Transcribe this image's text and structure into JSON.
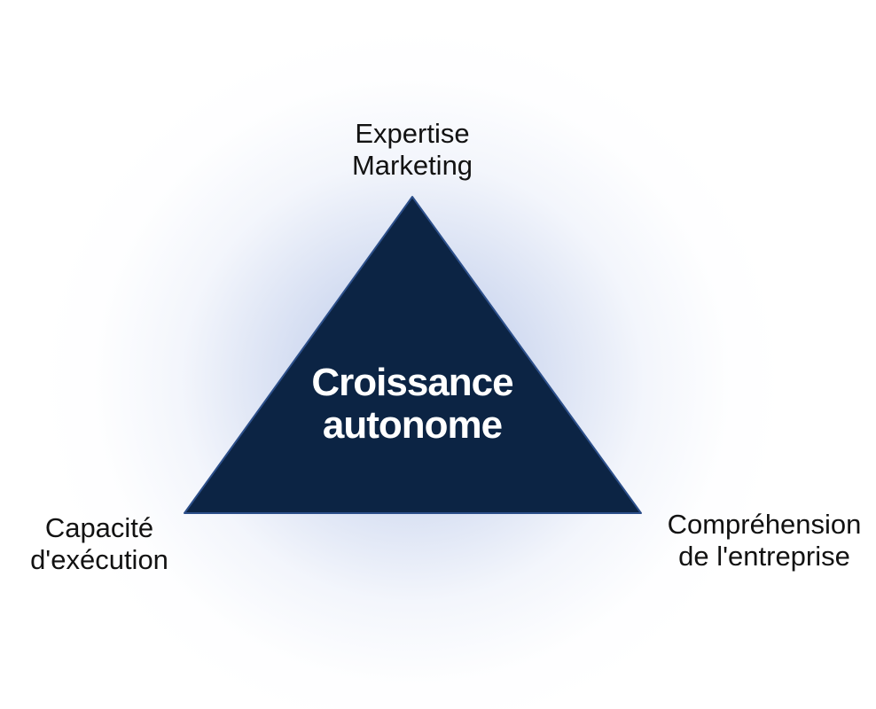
{
  "diagram": {
    "center": {
      "line1": "Croissance",
      "line2": "autonome"
    },
    "top": {
      "line1": "Expertise",
      "line2": "Marketing"
    },
    "left": {
      "line1": "Capacité",
      "line2": "d'exécution"
    },
    "right": {
      "line1": "Compréhension",
      "line2": "de l'entreprise"
    },
    "colors": {
      "triangle_fill": "#0c2444",
      "triangle_stroke": "#2c4f8a",
      "glow": "#8ea6dc",
      "label_text": "#121212",
      "center_text": "#ffffff"
    }
  }
}
